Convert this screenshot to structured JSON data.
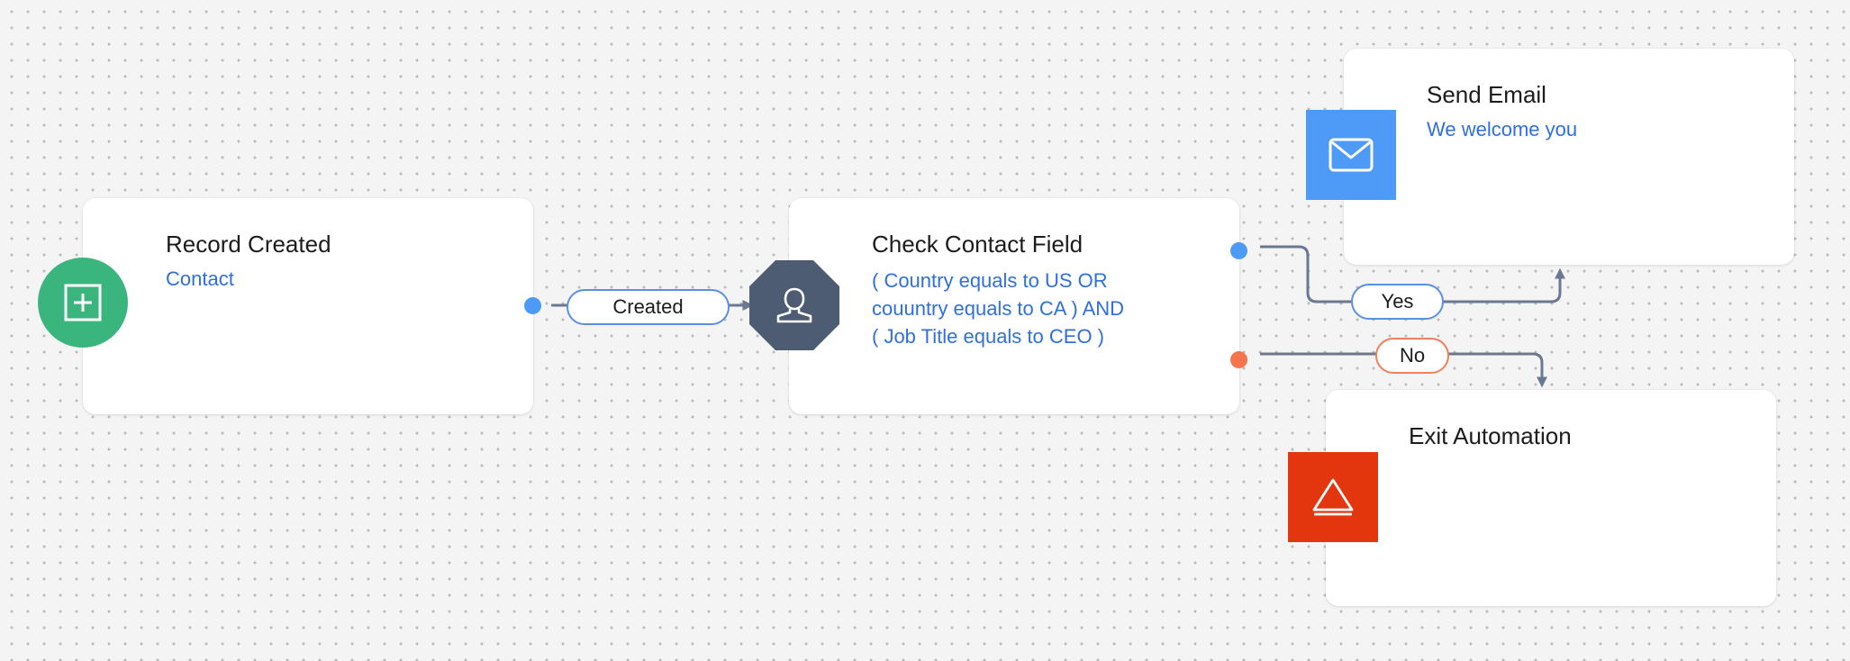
{
  "colors": {
    "trigger_icon_bg": "#3bb57e",
    "condition_icon_bg": "#4d5b73",
    "email_icon_bg": "#4d9bf7",
    "exit_icon_bg": "#e3360f",
    "link_text": "#2f6fe0",
    "connector": "#6b7891",
    "yes_port": "#4d9bf7",
    "no_port": "#f5744b"
  },
  "nodes": {
    "trigger": {
      "title": "Record Created",
      "subtitle": "Contact",
      "icon": "plus-square-icon"
    },
    "condition": {
      "title": "Check Contact Field",
      "condition_lines": [
        "( Country equals to US OR",
        "couuntry equals to CA ) AND",
        "( Job Title equals to CEO )"
      ],
      "icon": "user-icon"
    },
    "send_email": {
      "title": "Send Email",
      "subtitle": "We welcome you",
      "icon": "envelope-icon"
    },
    "exit": {
      "title": "Exit Automation",
      "icon": "warning-triangle-icon"
    }
  },
  "edges": {
    "created_label": "Created",
    "yes_label": "Yes",
    "no_label": "No"
  }
}
